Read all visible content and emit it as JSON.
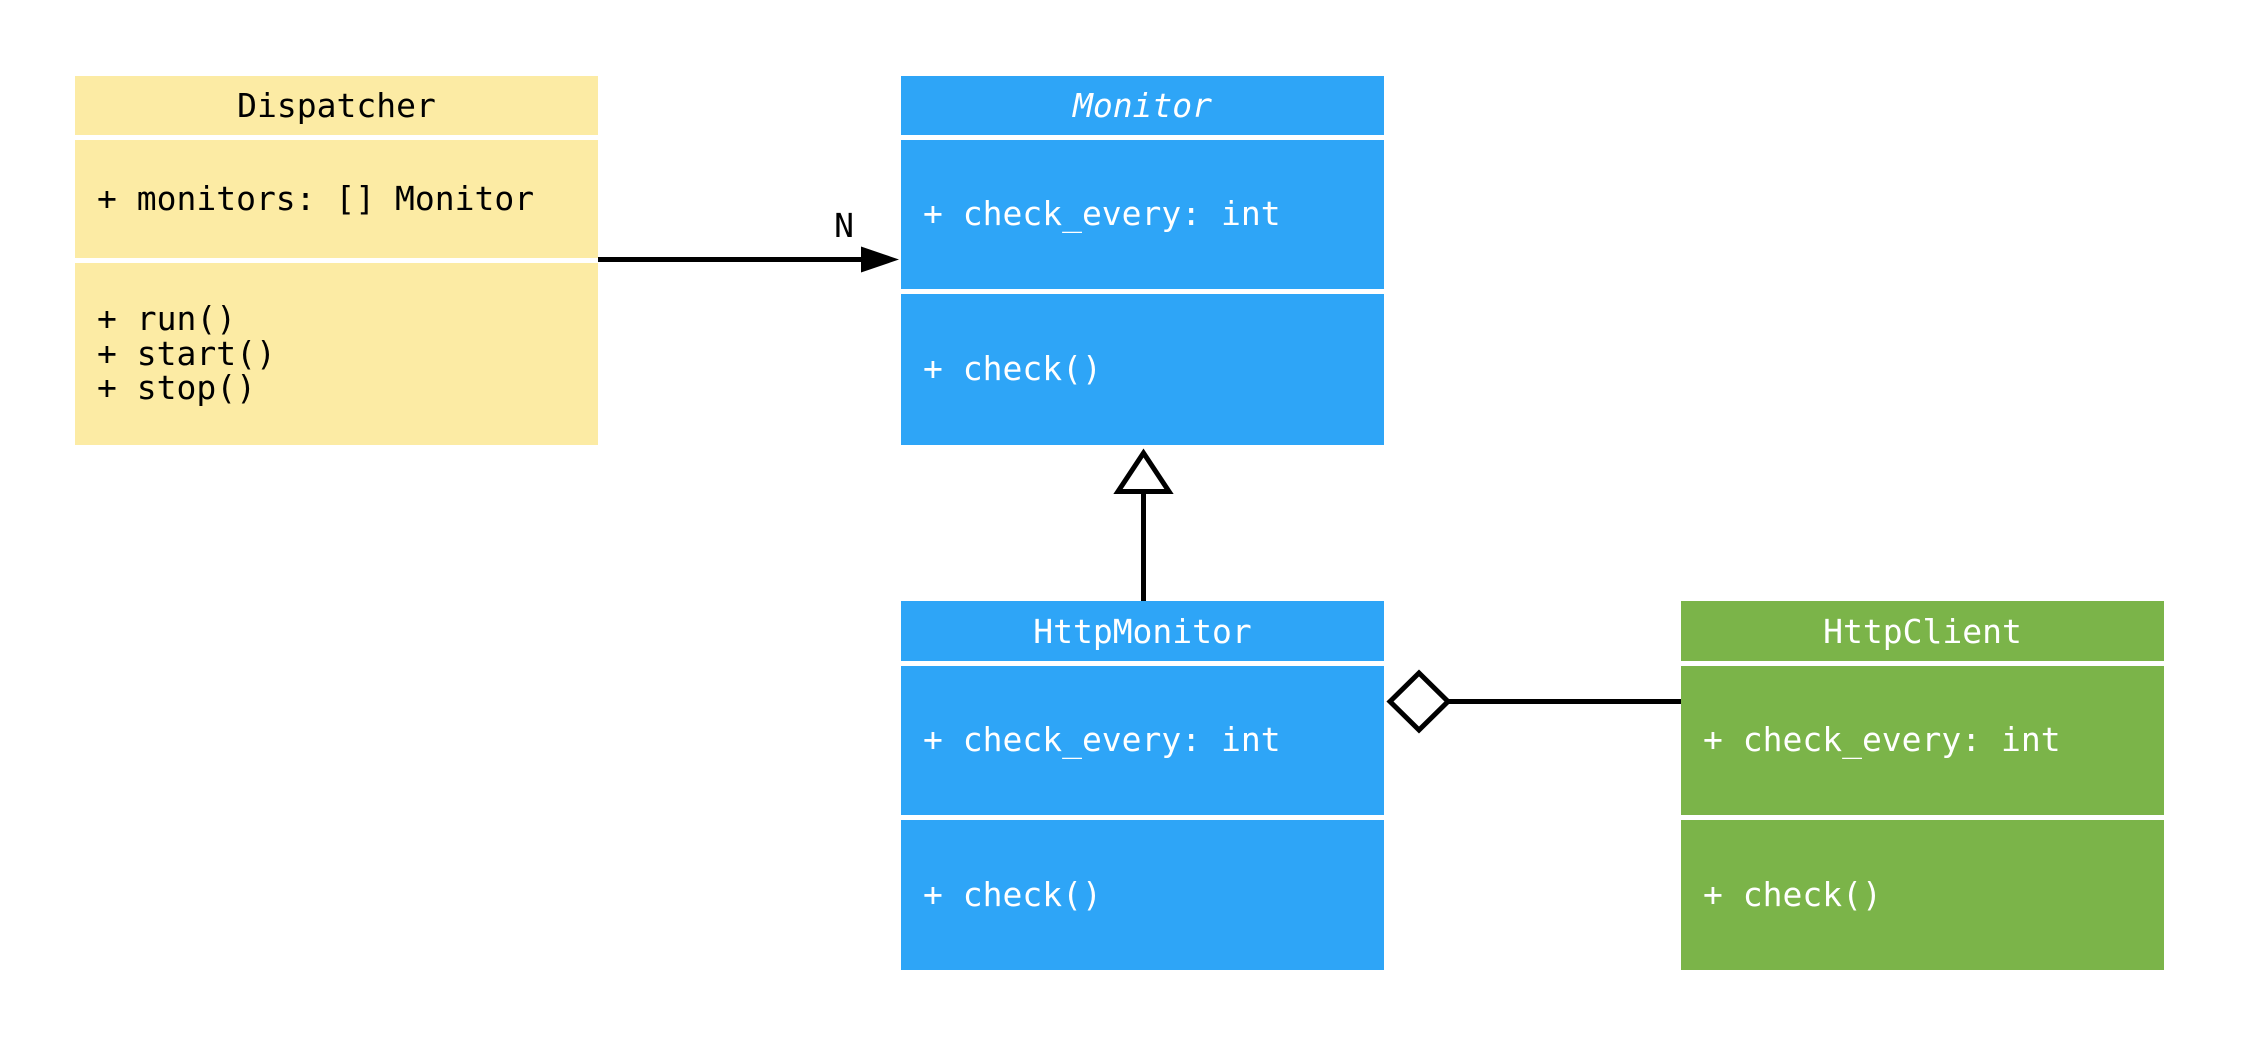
{
  "diagram": {
    "type": "uml-class-diagram",
    "background_color": "#ffffff",
    "line_color": "#000000",
    "classes": {
      "dispatcher": {
        "name": "Dispatcher",
        "fill_color": "#FCEBA4",
        "text_color": "#000000",
        "abstract": false,
        "attributes": [
          "+ monitors: [] Monitor"
        ],
        "methods": [
          "+ run()",
          "+ start()",
          "+ stop()"
        ]
      },
      "monitor": {
        "name": "Monitor",
        "fill_color": "#2EA5F7",
        "text_color": "#ffffff",
        "abstract": true,
        "attributes": [
          "+ check_every: int"
        ],
        "methods": [
          "+ check()"
        ]
      },
      "http_monitor": {
        "name": "HttpMonitor",
        "fill_color": "#2EA5F7",
        "text_color": "#ffffff",
        "abstract": false,
        "attributes": [
          "+ check_every: int"
        ],
        "methods": [
          "+ check()"
        ]
      },
      "http_client": {
        "name": "HttpClient",
        "fill_color": "#7BB449",
        "text_color": "#ffffff",
        "abstract": false,
        "attributes": [
          "+ check_every: int"
        ],
        "methods": [
          "+ check()"
        ]
      }
    },
    "relationships": {
      "dispatcher_to_monitor": {
        "type": "directed-association",
        "label": "N"
      },
      "httpmonitor_to_monitor": {
        "type": "generalization",
        "label": ""
      },
      "httpmonitor_to_httpclient": {
        "type": "aggregation",
        "label": ""
      }
    }
  }
}
